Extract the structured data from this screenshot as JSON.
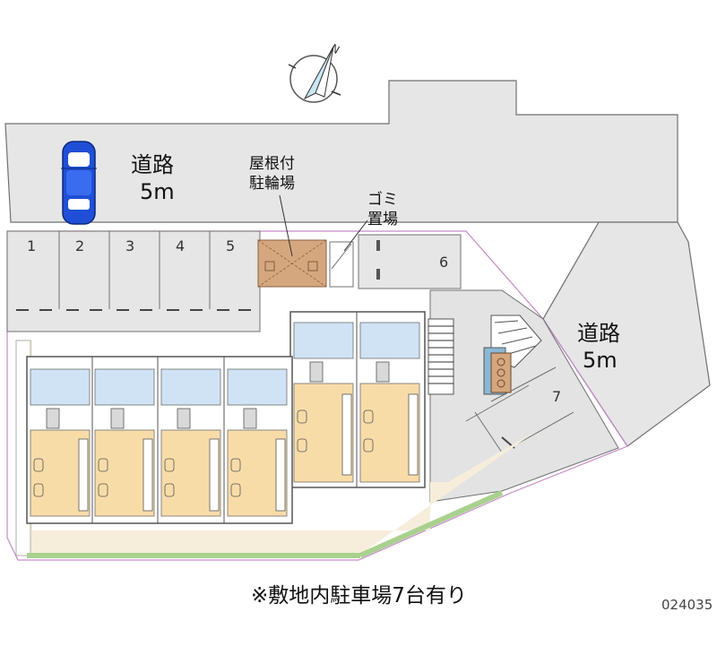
{
  "map": {
    "road_north": {
      "name": "道路",
      "width": "5m"
    },
    "road_east": {
      "name": "道路",
      "width": "5m"
    },
    "bicycle_parking": {
      "line1": "屋根付",
      "line2": "駐輪場"
    },
    "garbage": {
      "line1": "ゴミ",
      "line2": "置場"
    },
    "parking_spaces": [
      "1",
      "2",
      "3",
      "4",
      "5",
      "6",
      "7"
    ],
    "compass": {
      "label": "N",
      "icon": "compass-north-icon"
    },
    "footnote": "※敷地内駐車場7台有り",
    "code": "024035",
    "colors": {
      "road": "#e6e6e6",
      "parking_lot": "#e6e6e6",
      "wall_line": "#6e6e6e",
      "room_floor": "#f8dca8",
      "wet_area": "#cfe3f5",
      "bicycle_roof": "#d5a77f",
      "grass": "#a9d18e",
      "car": "#1f4fd6",
      "garden_path": "#f6eedb",
      "site_boundary": "#c58ac6"
    }
  }
}
